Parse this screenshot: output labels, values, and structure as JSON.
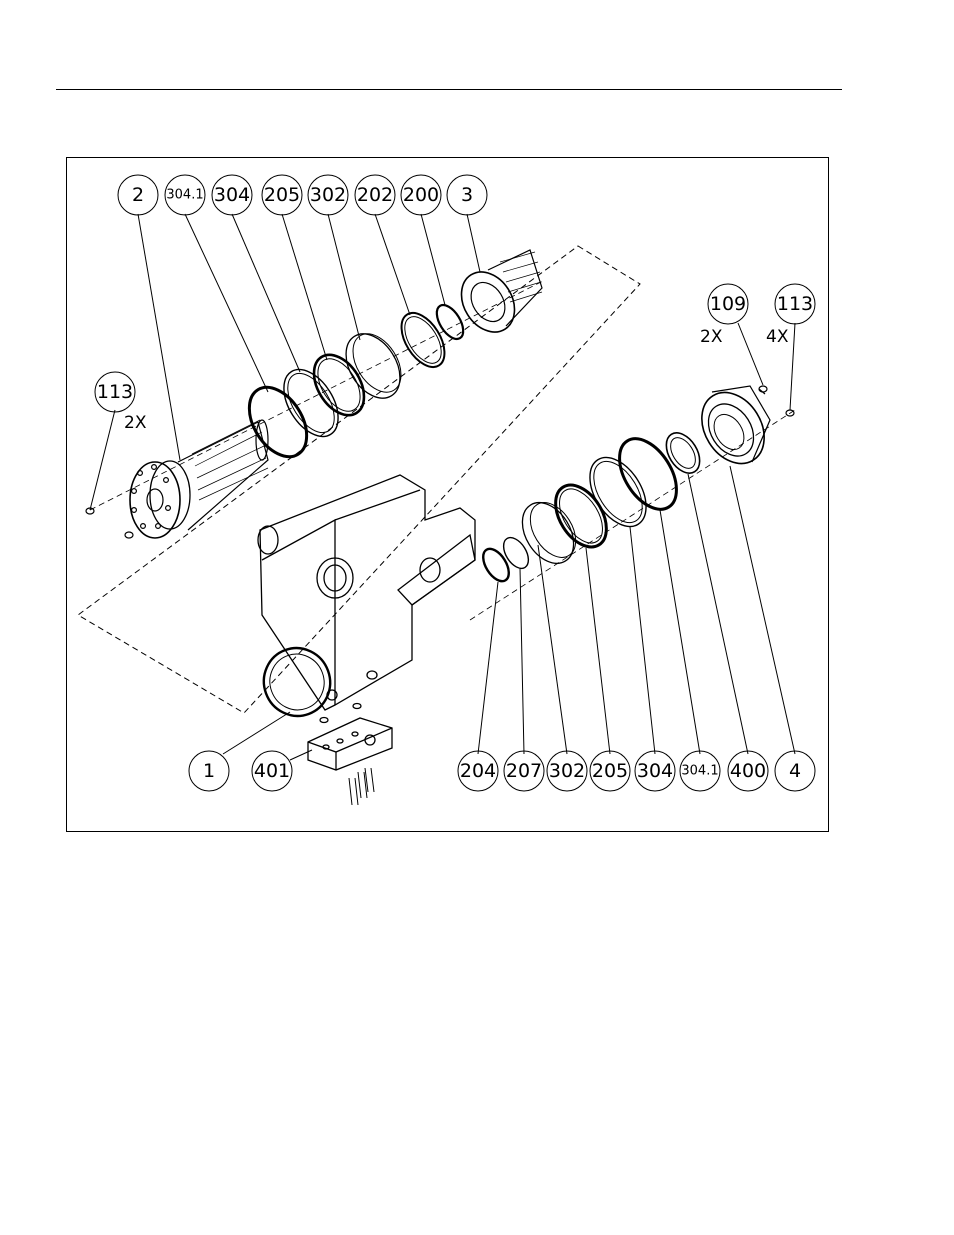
{
  "callouts": {
    "c2": "2",
    "c304_1_top": "304.1",
    "c304_top": "304",
    "c205_top": "205",
    "c302_top": "302",
    "c202": "202",
    "c200": "200",
    "c3": "3",
    "c109": "109",
    "c113_right": "113",
    "c113_left": "113",
    "c1": "1",
    "c401": "401",
    "c204": "204",
    "c207": "207",
    "c302_bottom": "302",
    "c205_bottom": "205",
    "c304_bottom": "304",
    "c304_1_bottom": "304.1",
    "c400": "400",
    "c4": "4"
  },
  "quantities": {
    "q109": "2X",
    "q113_right": "4X",
    "q113_left": "2X"
  }
}
